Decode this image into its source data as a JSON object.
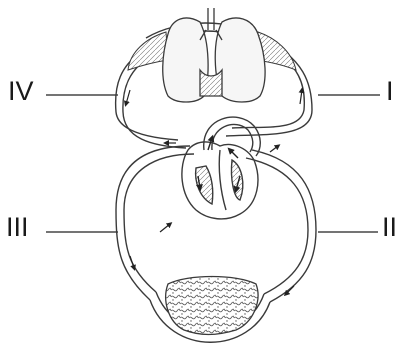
{
  "labels": {
    "iv": "IV",
    "i": "I",
    "iii": "III",
    "ii": "II"
  },
  "colors": {
    "stroke": "#3a3a3a",
    "fill_light": "#f6f6f6",
    "background": "#ffffff"
  }
}
